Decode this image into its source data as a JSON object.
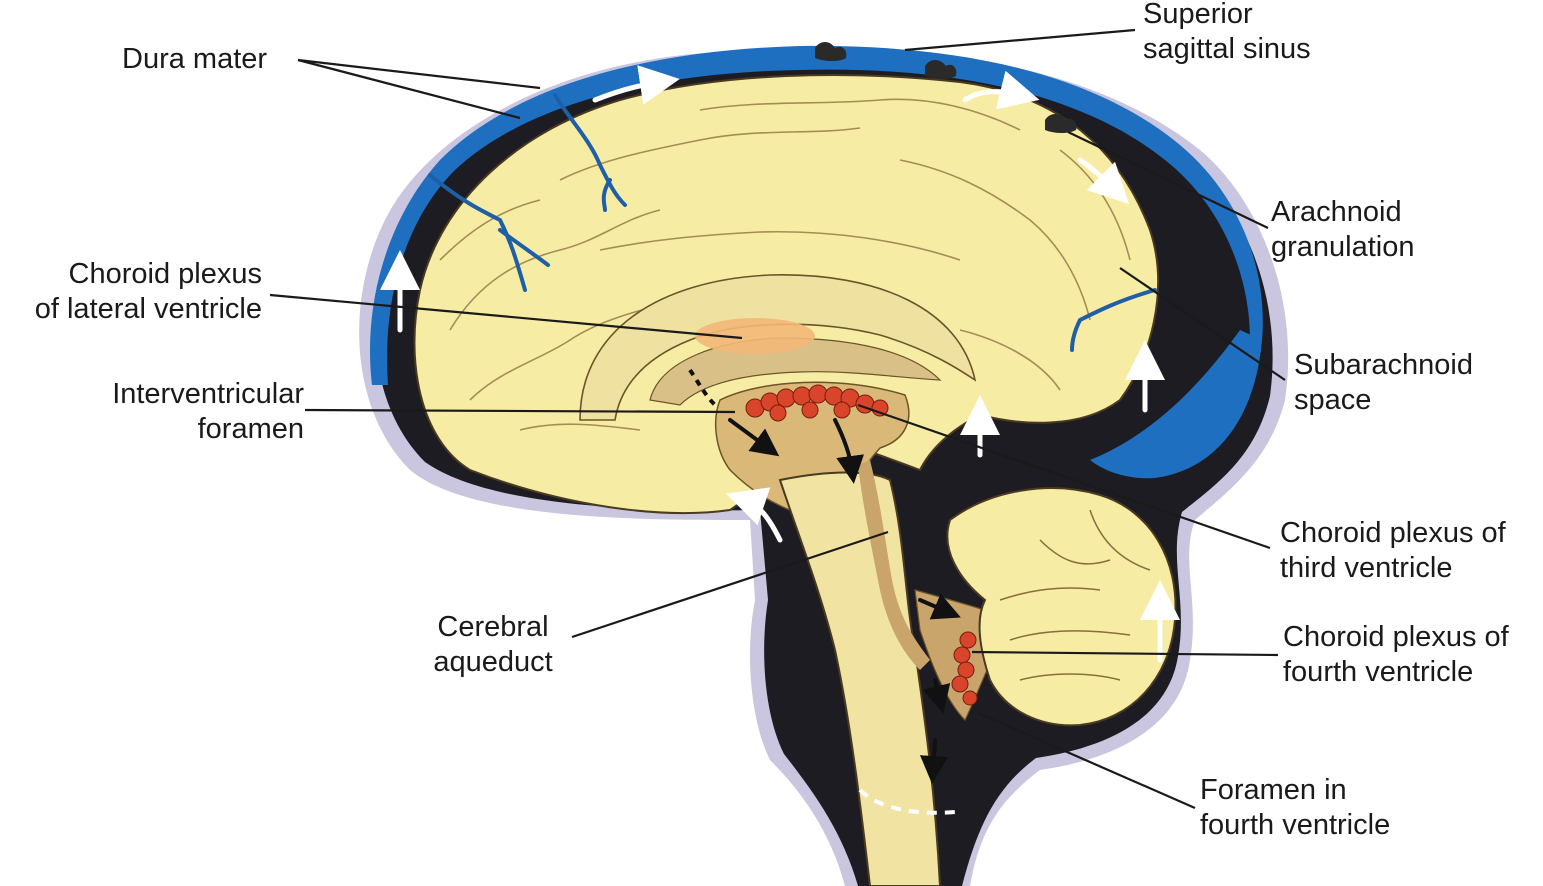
{
  "labels": {
    "dura_mater": [
      "Dura mater"
    ],
    "superior_sagittal_sinus": [
      "Superior",
      "sagittal sinus"
    ],
    "arachnoid_granulation": [
      "Arachnoid",
      "granulation"
    ],
    "choroid_plexus_lateral": [
      "Choroid plexus",
      "of lateral ventricle"
    ],
    "subarachnoid_space": [
      "Subarachnoid",
      "space"
    ],
    "interventricular_foramen": [
      "Interventricular",
      "foramen"
    ],
    "choroid_plexus_third": [
      "Choroid plexus of",
      "third ventricle"
    ],
    "cerebral_aqueduct": [
      "Cerebral",
      "aqueduct"
    ],
    "choroid_plexus_fourth": [
      "Choroid plexus of",
      "fourth ventricle"
    ],
    "foramen_fourth": [
      "Foramen in",
      "fourth ventricle"
    ]
  },
  "colors": {
    "brain": "#f6eca4",
    "brain_outline": "#4a3a20",
    "sinus_blue": "#1f6fc1",
    "dark_space": "#1b1b1f",
    "dura_outer": "#c9c4de",
    "brainstem_tan": "#e7d79a",
    "ventricle_tan": "#c9a56b",
    "choroid_red": "#d8452a",
    "choroid_lateral": "#f3b878",
    "leader": "#1a1a1a"
  }
}
